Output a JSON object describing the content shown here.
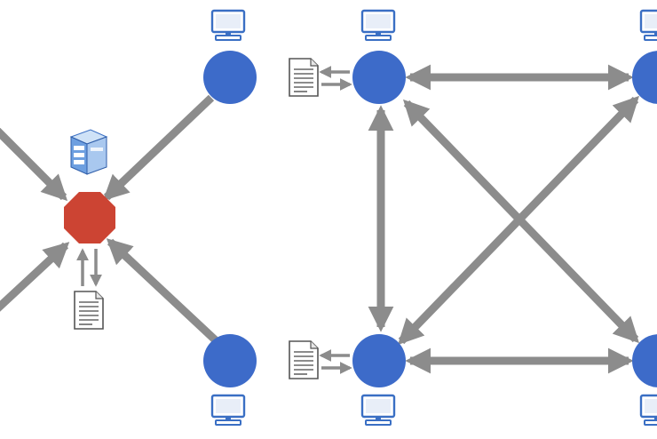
{
  "diagram": {
    "left_panel": {
      "hub": {
        "kind": "server",
        "color": "#cc4433",
        "document_io": true
      },
      "clients": [
        {
          "id": "client-top-right",
          "has_computer": true
        },
        {
          "id": "client-bottom-right",
          "has_computer": true
        },
        {
          "id": "client-top-left",
          "has_computer": false
        },
        {
          "id": "client-bottom-left",
          "has_computer": false
        }
      ],
      "edges": [
        {
          "from": "client-top-right",
          "to": "hub",
          "direction": "to-hub"
        },
        {
          "from": "client-bottom-right",
          "to": "hub",
          "direction": "to-hub"
        },
        {
          "from": "client-top-left",
          "to": "hub",
          "direction": "to-hub"
        },
        {
          "from": "client-bottom-left",
          "to": "hub",
          "direction": "to-hub"
        }
      ]
    },
    "right_panel": {
      "nodes": [
        {
          "id": "peer-top-left",
          "document_io": true
        },
        {
          "id": "peer-top-right",
          "document_io": false
        },
        {
          "id": "peer-bottom-left",
          "document_io": true
        },
        {
          "id": "peer-bottom-right",
          "document_io": false
        }
      ],
      "edges": [
        {
          "from": "peer-top-left",
          "to": "peer-top-right",
          "direction": "both"
        },
        {
          "from": "peer-bottom-left",
          "to": "peer-bottom-right",
          "direction": "both"
        },
        {
          "from": "peer-top-left",
          "to": "peer-bottom-left",
          "direction": "both"
        },
        {
          "from": "peer-top-left",
          "to": "peer-bottom-right",
          "direction": "both"
        },
        {
          "from": "peer-bottom-left",
          "to": "peer-top-right",
          "direction": "both"
        }
      ]
    },
    "colors": {
      "node": "#3d6bc9",
      "hub": "#cc4433",
      "arrow": "#8c8c8c",
      "computer": "#3a6fc4",
      "document_stroke": "#555555"
    },
    "icons": [
      "computer-icon",
      "server-icon",
      "document-icon"
    ]
  }
}
